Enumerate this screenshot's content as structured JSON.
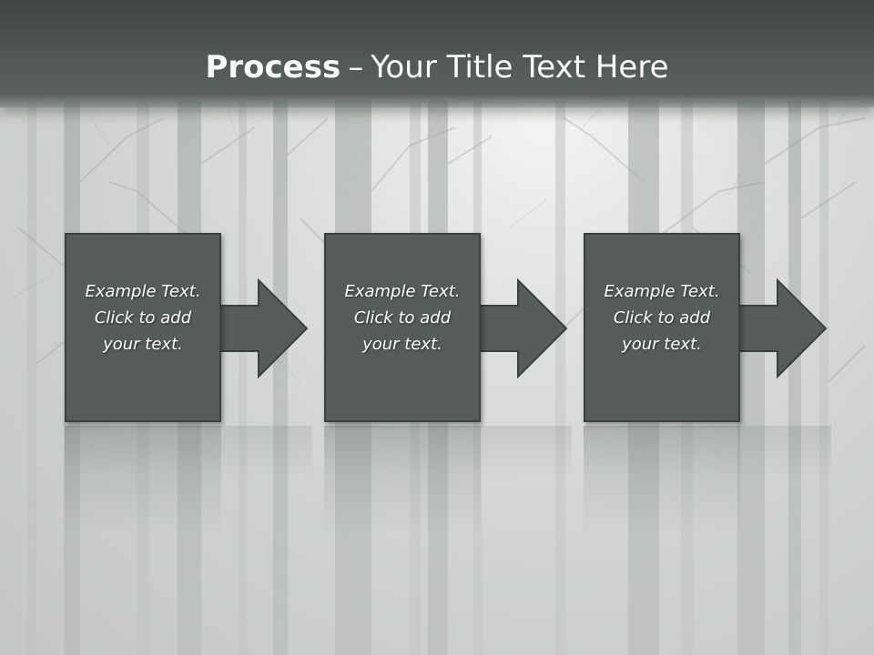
{
  "title": {
    "bold": "Process",
    "dash": "–",
    "rest": "Your Title Text Here"
  },
  "steps": [
    {
      "line1": "Example Text.",
      "line2": "Click  to add",
      "line3": "your text."
    },
    {
      "line1": "Example Text.",
      "line2": "Click  to add",
      "line3": "your text."
    },
    {
      "line1": "Example Text.",
      "line2": "Click  to add",
      "line3": "your text."
    }
  ],
  "colors": {
    "box_fill": "#555c59",
    "box_border": "#3a403e",
    "title_bar": "#515856",
    "background": "#d6d8d5"
  }
}
